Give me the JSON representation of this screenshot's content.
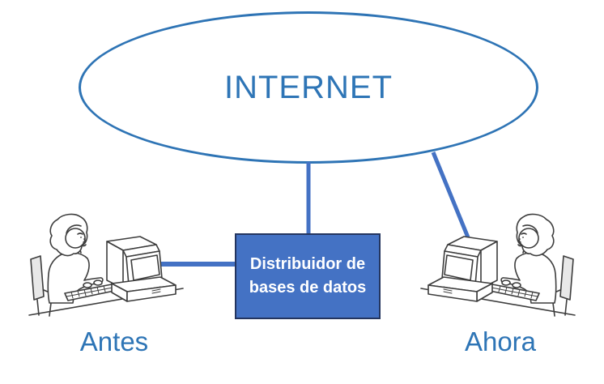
{
  "diagram": {
    "cloud": {
      "label": "INTERNET"
    },
    "distributor_box": {
      "line1": "Distribuidor de",
      "line2": "bases de datos"
    },
    "captions": {
      "left": "Antes",
      "right": "Ahora"
    },
    "icons": {
      "left_clipart": "woman-typing-at-computer-facing-right",
      "right_clipart": "woman-typing-at-computer-facing-left"
    },
    "colors": {
      "background": "#FFFFFF",
      "cloud_stroke": "#2E74B5",
      "cloud_text": "#2E75B6",
      "connector_line": "#4472C4",
      "box_fill": "#4472C4",
      "box_border": "#24355F",
      "box_text": "#FFFFFF",
      "caption_text": "#2E75B6",
      "clipart_stroke": "#3D3D3D"
    }
  }
}
